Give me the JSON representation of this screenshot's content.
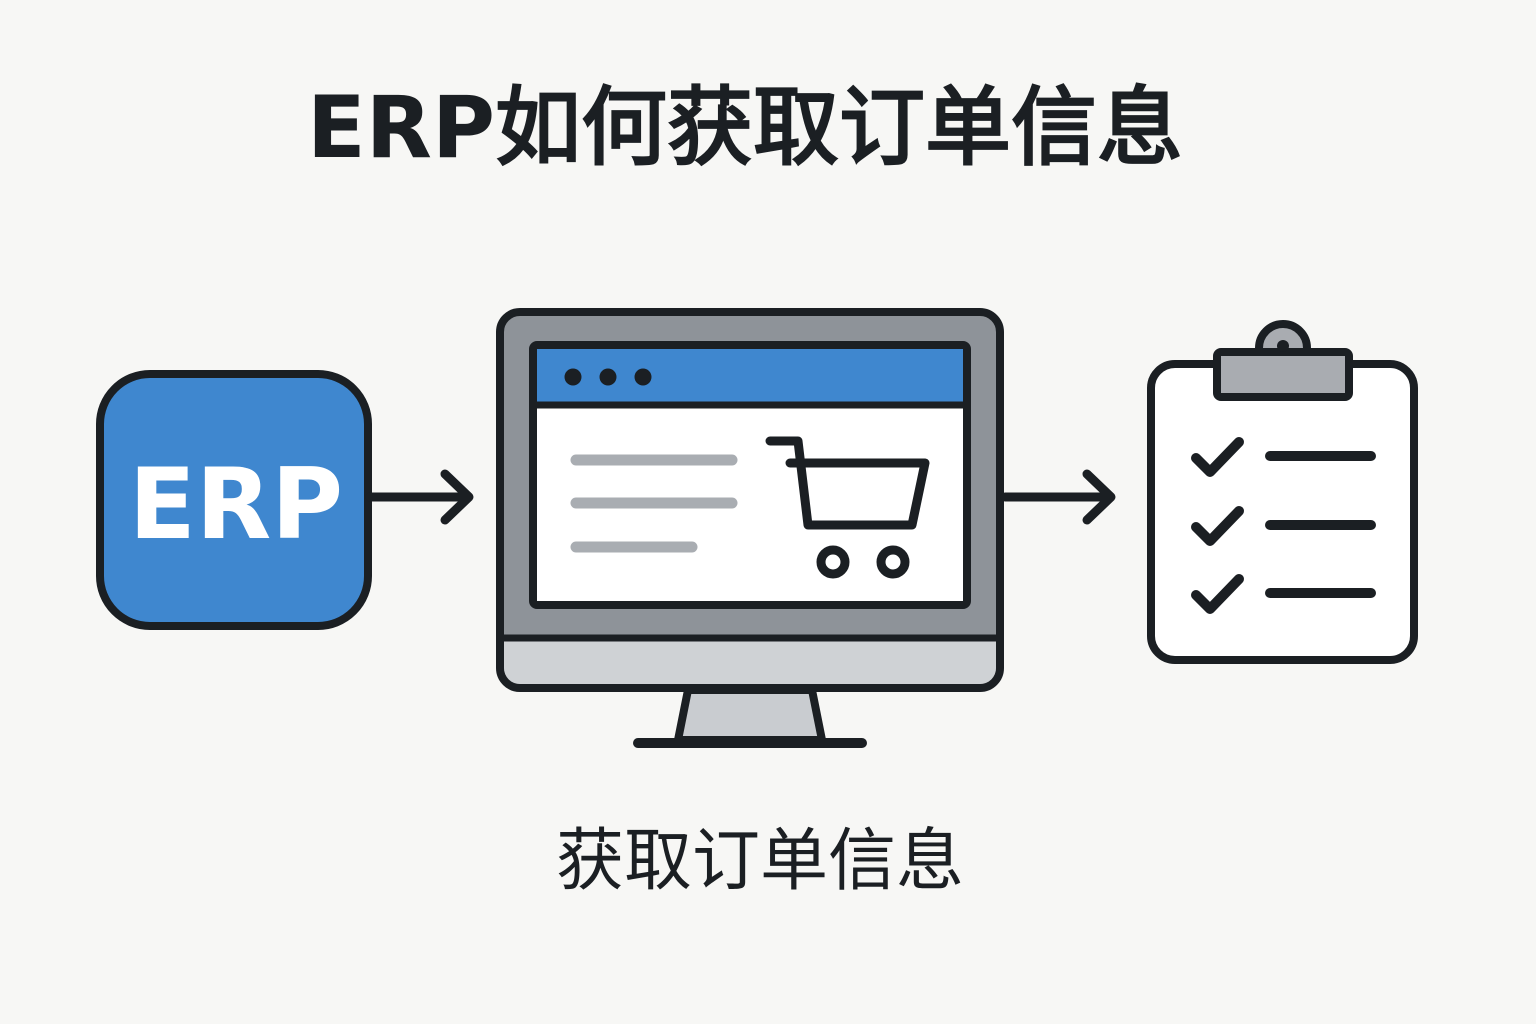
{
  "title": "ERP如何获取订单信息",
  "erp_box": {
    "label": "ERP"
  },
  "caption": "获取订单信息",
  "icons": [
    "erp-box-icon",
    "arrow-right-icon",
    "monitor-icon",
    "shopping-cart-icon",
    "arrow-right-icon",
    "clipboard-checklist-icon"
  ],
  "colors": {
    "background": "#f7f7f5",
    "accent_blue": "#3f87cf",
    "ink": "#1b1f23",
    "bezel": "#8e9399",
    "chin": "#cfd2d5",
    "line_gray": "#a9adb2"
  }
}
